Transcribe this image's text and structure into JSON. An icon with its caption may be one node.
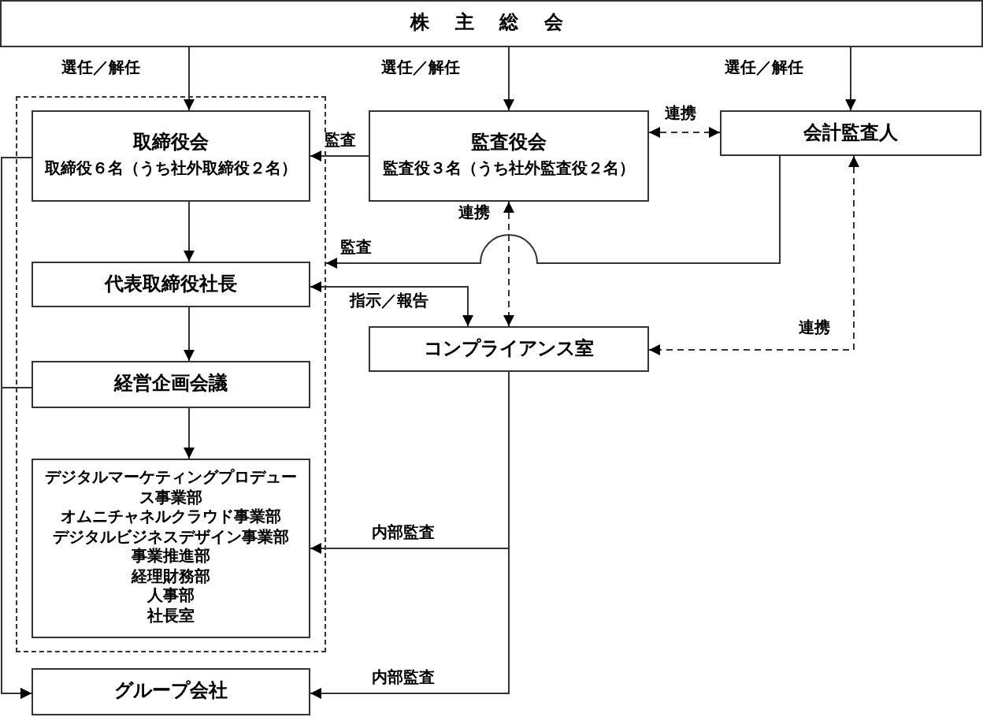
{
  "diagram": {
    "nodes": [
      {
        "text": [
          "株 主 総 会"
        ]
      },
      {
        "text": [],
        "shape": "box"
      },
      {
        "text": [
          "取締役会",
          "取締役６名（うち社外取締役２名）"
        ],
        "in": 1
      },
      {
        "text": [
          "監査役会",
          "監査役３名（うち社外監査役２名）"
        ]
      },
      {
        "text": [
          "会計監査人"
        ]
      },
      {
        "text": [
          "代表取締役社長"
        ],
        "in": 1
      },
      {
        "text": [
          "コンプライアンス室"
        ]
      },
      {
        "text": [
          "経営企画会議"
        ],
        "in": 1
      },
      {
        "text": [
          "デジタルマーケティングプロデュース事業部",
          "オムニチャネルクラウド事業部",
          "デジタルビジネスデザイン事業部",
          "事業推進部",
          "経理財務部",
          "人事部",
          "社長室"
        ],
        "in": 1
      },
      {
        "text": [
          "グループ会社"
        ]
      }
    ],
    "edges": [
      {
        "from": 0,
        "to": 2,
        "arrow": "to",
        "label": "選任／解任"
      },
      {
        "from": 0,
        "to": 3,
        "arrow": "to",
        "label": "選任／解任"
      },
      {
        "from": 0,
        "to": 4,
        "arrow": "to",
        "label": "選任／解任"
      },
      {
        "from": 3,
        "to": 2,
        "arrow": "to",
        "label": "監査"
      },
      {
        "from": 3,
        "to": 4,
        "arrow": "both",
        "label": "連携",
        "style": "dashed"
      },
      {
        "from": 2,
        "to": 5,
        "arrow": "to"
      },
      {
        "from": 4,
        "to": 1,
        "arrow": "to",
        "label": "監査"
      },
      {
        "from": 5,
        "to": 6,
        "arrow": "both",
        "label": "指示／報告"
      },
      {
        "from": 3,
        "to": 6,
        "arrow": "both",
        "label": "連携",
        "style": "dashed"
      },
      {
        "from": 4,
        "to": 6,
        "arrow": "both",
        "label": "連携",
        "style": "dashed"
      },
      {
        "from": 6,
        "to": 8,
        "arrow": "to",
        "label": "内部監査"
      },
      {
        "from": 6,
        "to": 9,
        "arrow": "to",
        "label": "内部監査"
      },
      {
        "from": 2,
        "to": 9,
        "arrow": "to"
      },
      {
        "from": 7,
        "to": 9,
        "arrow": "to"
      },
      {
        "from": 5,
        "to": 7,
        "arrow": "to"
      },
      {
        "from": 7,
        "to": 8,
        "arrow": "to"
      }
    ]
  }
}
